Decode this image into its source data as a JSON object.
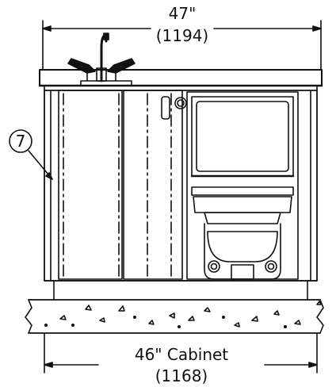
{
  "top_dimension": {
    "imperial": "47\"",
    "metric": "(1194)"
  },
  "bottom_dimension": {
    "imperial": "46\" Cabinet",
    "metric": "(1168)"
  },
  "callout": {
    "number": "7"
  }
}
